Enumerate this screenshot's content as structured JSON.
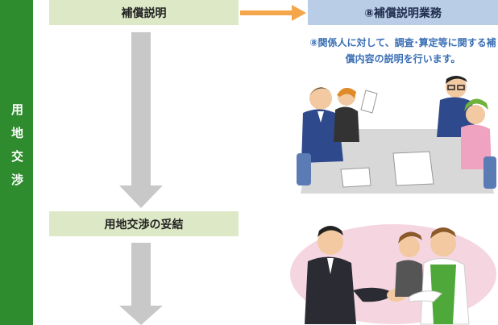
{
  "sidebar": {
    "label": "用地交渉"
  },
  "flow": {
    "step1": "補償説明",
    "step2": "用地交渉の妥結"
  },
  "task": {
    "title": "⑧補償説明業務",
    "description": "⑧関係人に対して、調査･算定等に関する補償内容の説明を行います。"
  },
  "colors": {
    "sidebar": "#2e8b2e",
    "step_box": "#dde9c6",
    "task_box": "#b9cde6",
    "orange_arrow": "#f5a54a",
    "gray_arrow": "#c8c8c8",
    "description_text": "#3a6fb5"
  }
}
